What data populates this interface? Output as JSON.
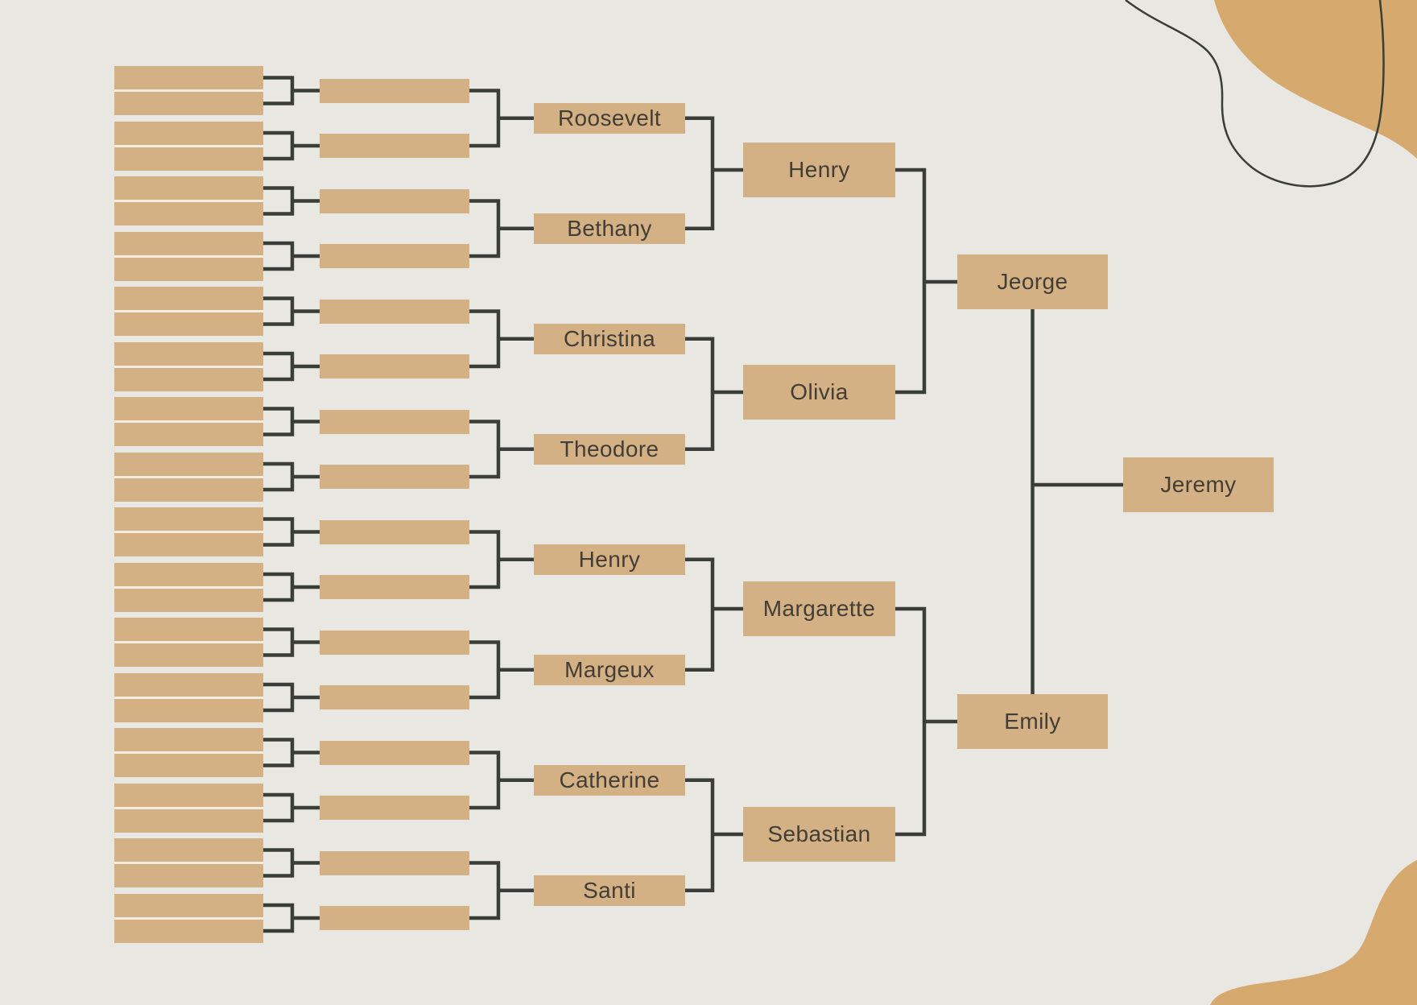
{
  "palette": {
    "bg": "#e9e7e1",
    "box": "#d3b185",
    "pair_gap": "#f2ede0",
    "blob": "#d6aa6e",
    "line": "#3a3e39",
    "text": "#423e36"
  },
  "tree": {
    "child": "Jeremy",
    "parents": [
      "Jeorge",
      "Emily"
    ],
    "grandparents": [
      "Henry",
      "Olivia",
      "Margarette",
      "Sebastian"
    ],
    "great_grandparents": [
      "Roosevelt",
      "Bethany",
      "Christina",
      "Theodore",
      "Henry",
      "Margeux",
      "Catherine",
      "Santi"
    ],
    "unlabeled_gen2_count": 16,
    "unlabeled_gen1_count": 32
  }
}
